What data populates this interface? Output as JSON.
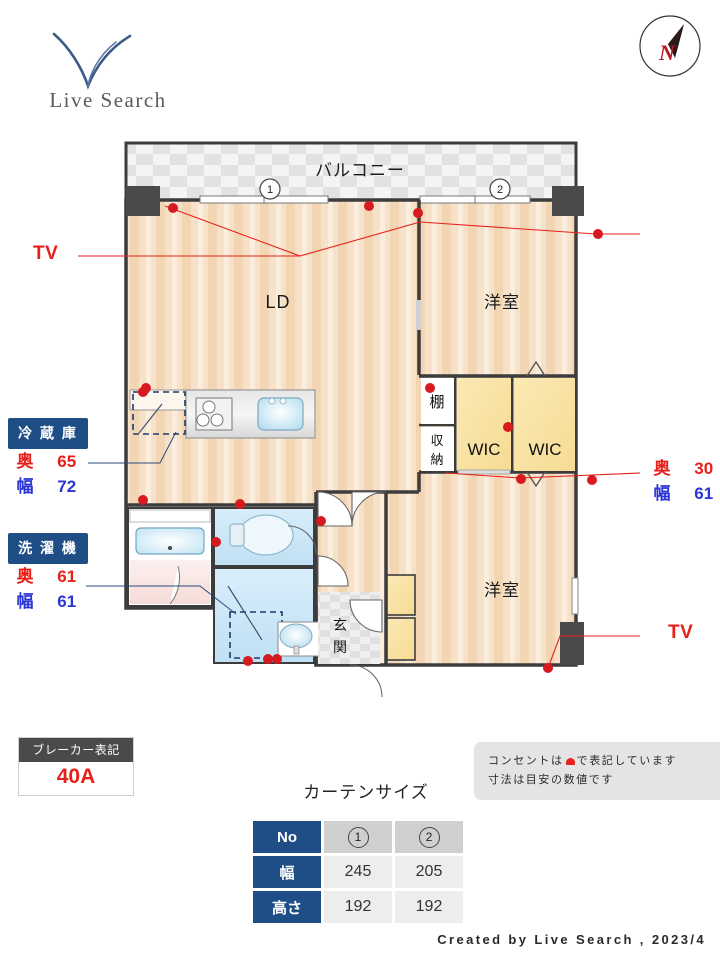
{
  "brand": {
    "name": "Live Search",
    "logo_icon": "v-checkmark-logo"
  },
  "compass": {
    "label": "N",
    "icon": "compass-north-icon"
  },
  "floorplan": {
    "rooms": [
      {
        "key": "balcony",
        "label": "バルコニー"
      },
      {
        "key": "ld",
        "label": "LD"
      },
      {
        "key": "washitsu_top",
        "label": "洋室"
      },
      {
        "key": "washitsu_bottom",
        "label": "洋室"
      },
      {
        "key": "wic_left",
        "label": "WIC"
      },
      {
        "key": "wic_right",
        "label": "WIC"
      },
      {
        "key": "tana",
        "label": "棚"
      },
      {
        "key": "shuno",
        "label": "収納"
      },
      {
        "key": "genkan",
        "label": "玄関"
      }
    ],
    "window_markers": [
      "1",
      "2"
    ],
    "tv_labels": {
      "left": "TV",
      "right": "TV"
    }
  },
  "specs": [
    {
      "key": "refrigerator",
      "title": "冷 蔵 庫",
      "depth_label": "奥",
      "depth_value": "65",
      "width_label": "幅",
      "width_value": "72"
    },
    {
      "key": "washing-machine",
      "title": "洗 濯 機",
      "depth_label": "奥",
      "depth_value": "61",
      "width_label": "幅",
      "width_value": "61"
    },
    {
      "key": "closet-right",
      "title": null,
      "depth_label": "奥",
      "depth_value": "30",
      "width_label": "幅",
      "width_value": "61"
    }
  ],
  "breaker": {
    "title": "ブレーカー表記",
    "value": "40A"
  },
  "note": {
    "line1_before": "コンセントは",
    "line1_after": "で表記しています",
    "line2": "寸法は目安の数値です"
  },
  "curtain": {
    "title": "カーテンサイズ",
    "row_headers": [
      "No",
      "幅",
      "高さ"
    ],
    "columns": [
      "1",
      "2"
    ],
    "widths": [
      "245",
      "205"
    ],
    "heights": [
      "192",
      "192"
    ]
  },
  "footer": {
    "text": "Created by Live Search , 2023/4"
  },
  "colors": {
    "accent_blue": "#1f4e87",
    "accent_red": "#e8201a",
    "floor": "#f6e0c6",
    "closet": "#f8e3a4",
    "wall": "#3c3c3c"
  }
}
